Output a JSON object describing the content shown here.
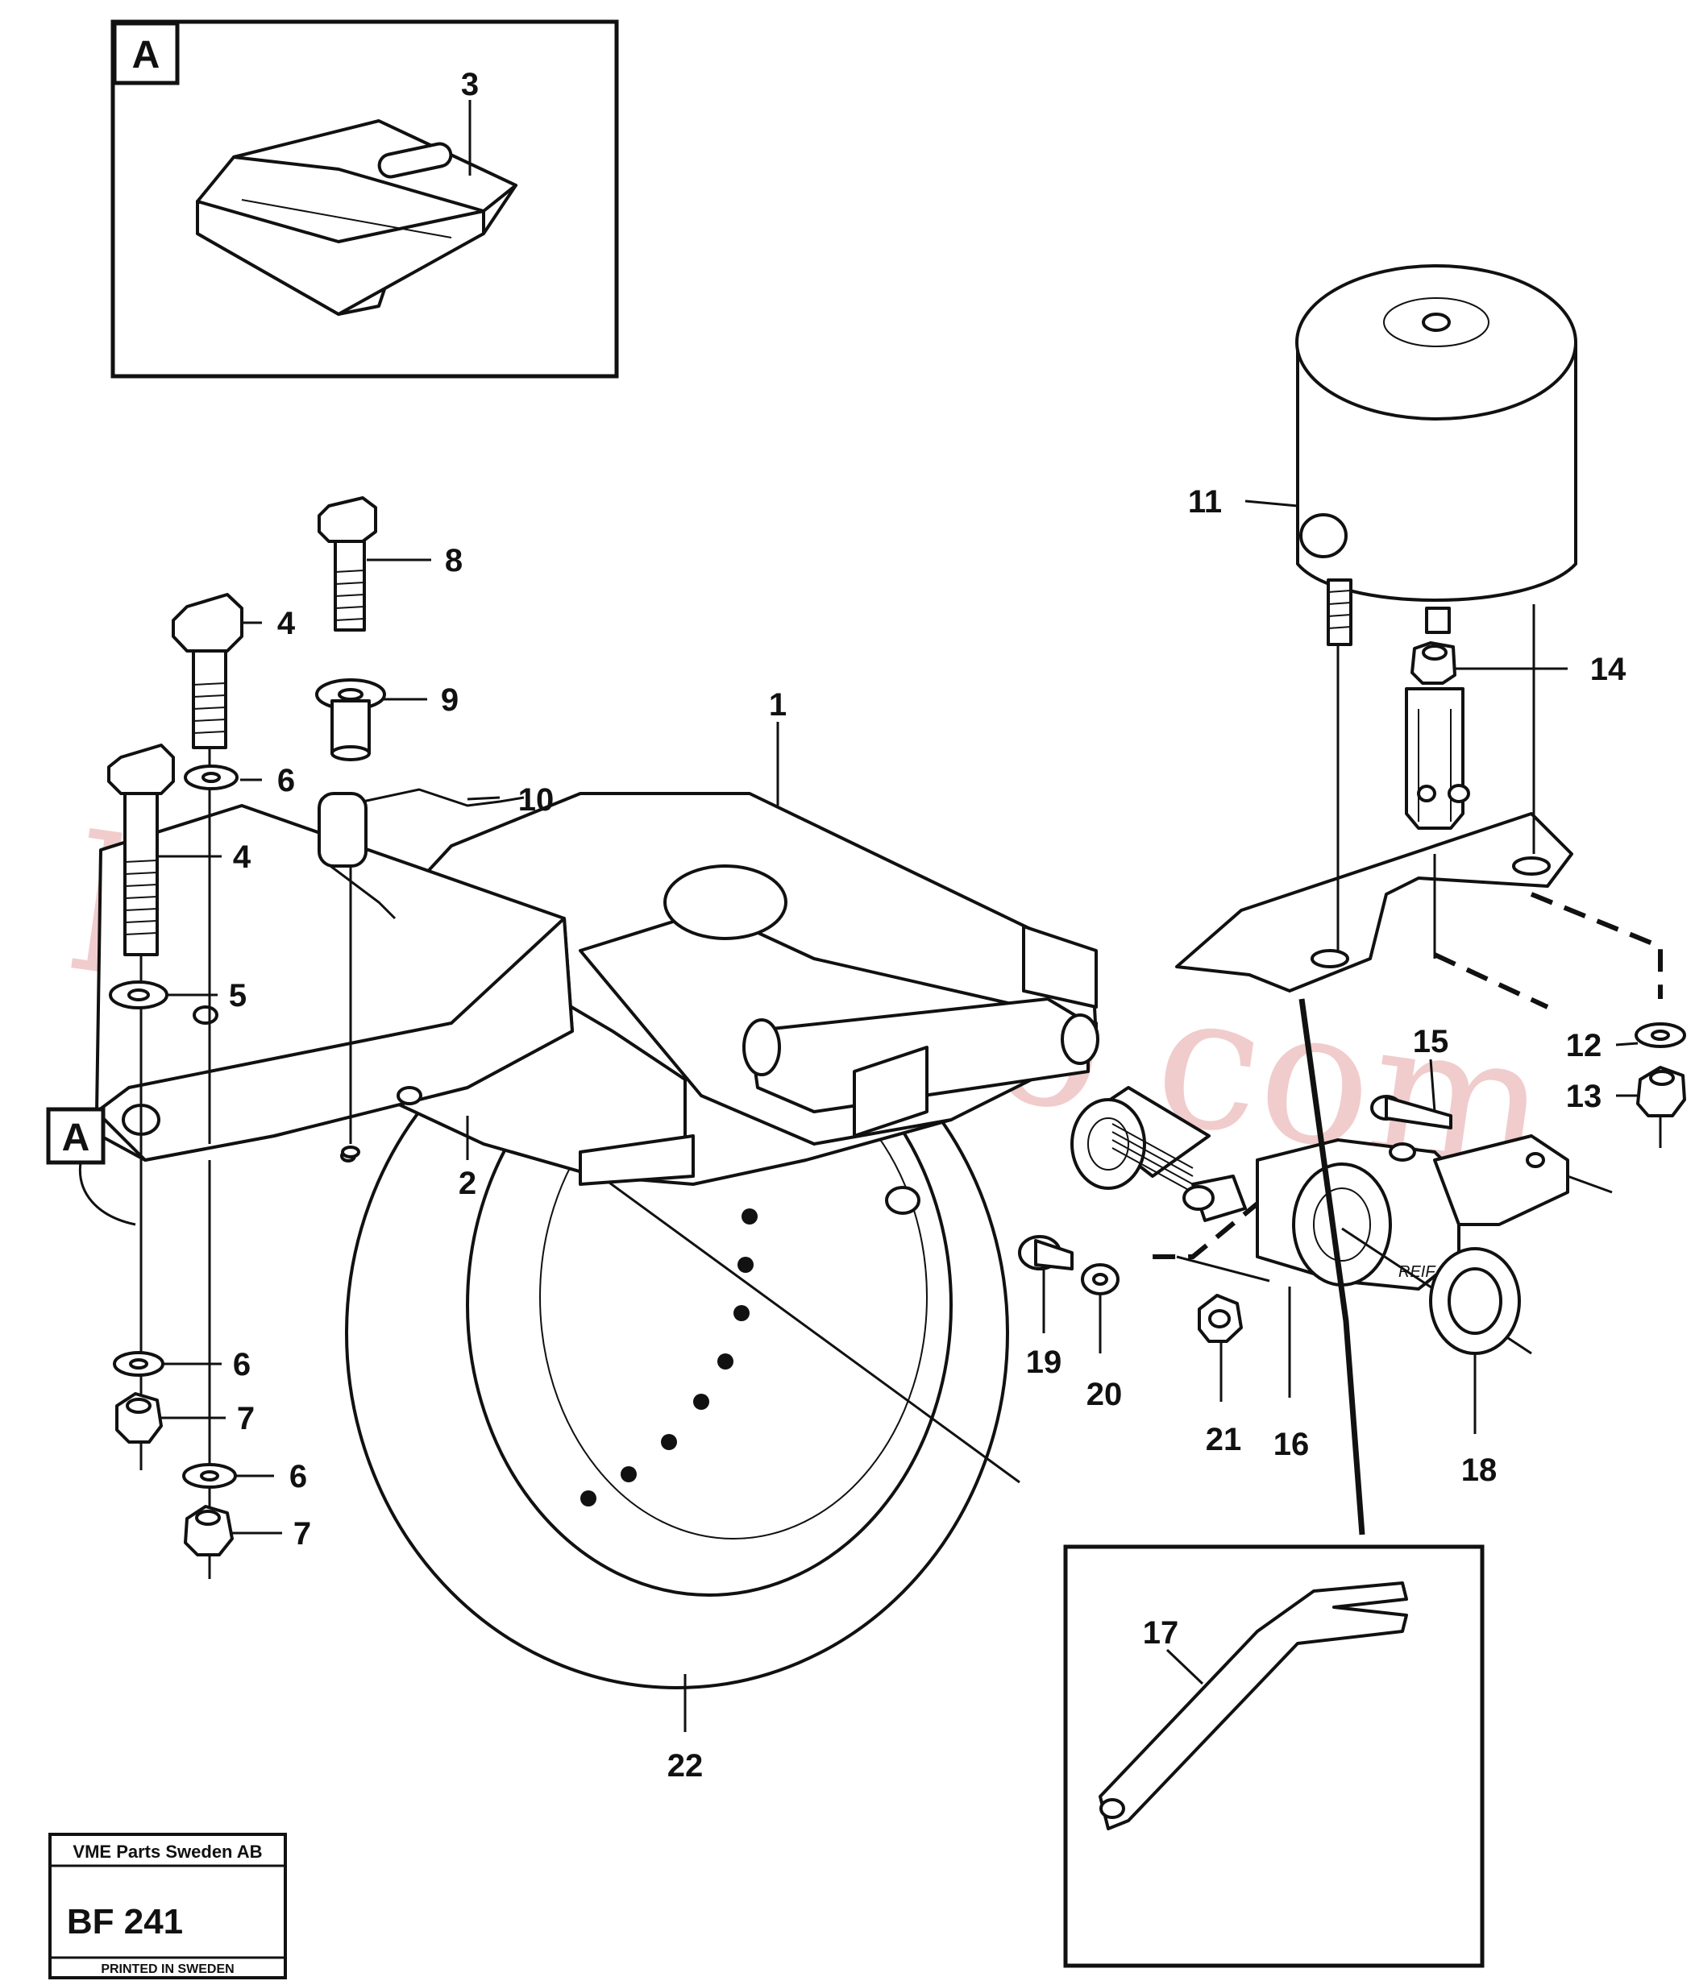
{
  "inset_a": {
    "letter": "A",
    "part": "3"
  },
  "inset_17": {
    "part": "17"
  },
  "detail_marker": {
    "letter": "A"
  },
  "callouts": {
    "c1": "1",
    "c2": "2",
    "c4a": "4",
    "c4b": "4",
    "c5": "5",
    "c6a": "6",
    "c6b": "6",
    "c6c": "6",
    "c7a": "7",
    "c7b": "7",
    "c8": "8",
    "c9": "9",
    "c10": "10",
    "c11": "11",
    "c12": "12",
    "c13": "13",
    "c14": "14",
    "c15": "15",
    "c16": "16",
    "c18": "18",
    "c19": "19",
    "c20": "20",
    "c21": "21",
    "c22": "22"
  },
  "lever_marking": "REIF",
  "watermark": "heavyvolvo.com",
  "stamp": {
    "company": "VME Parts Sweden AB",
    "code": "BF 241",
    "printed": "PRINTED IN SWEDEN"
  }
}
